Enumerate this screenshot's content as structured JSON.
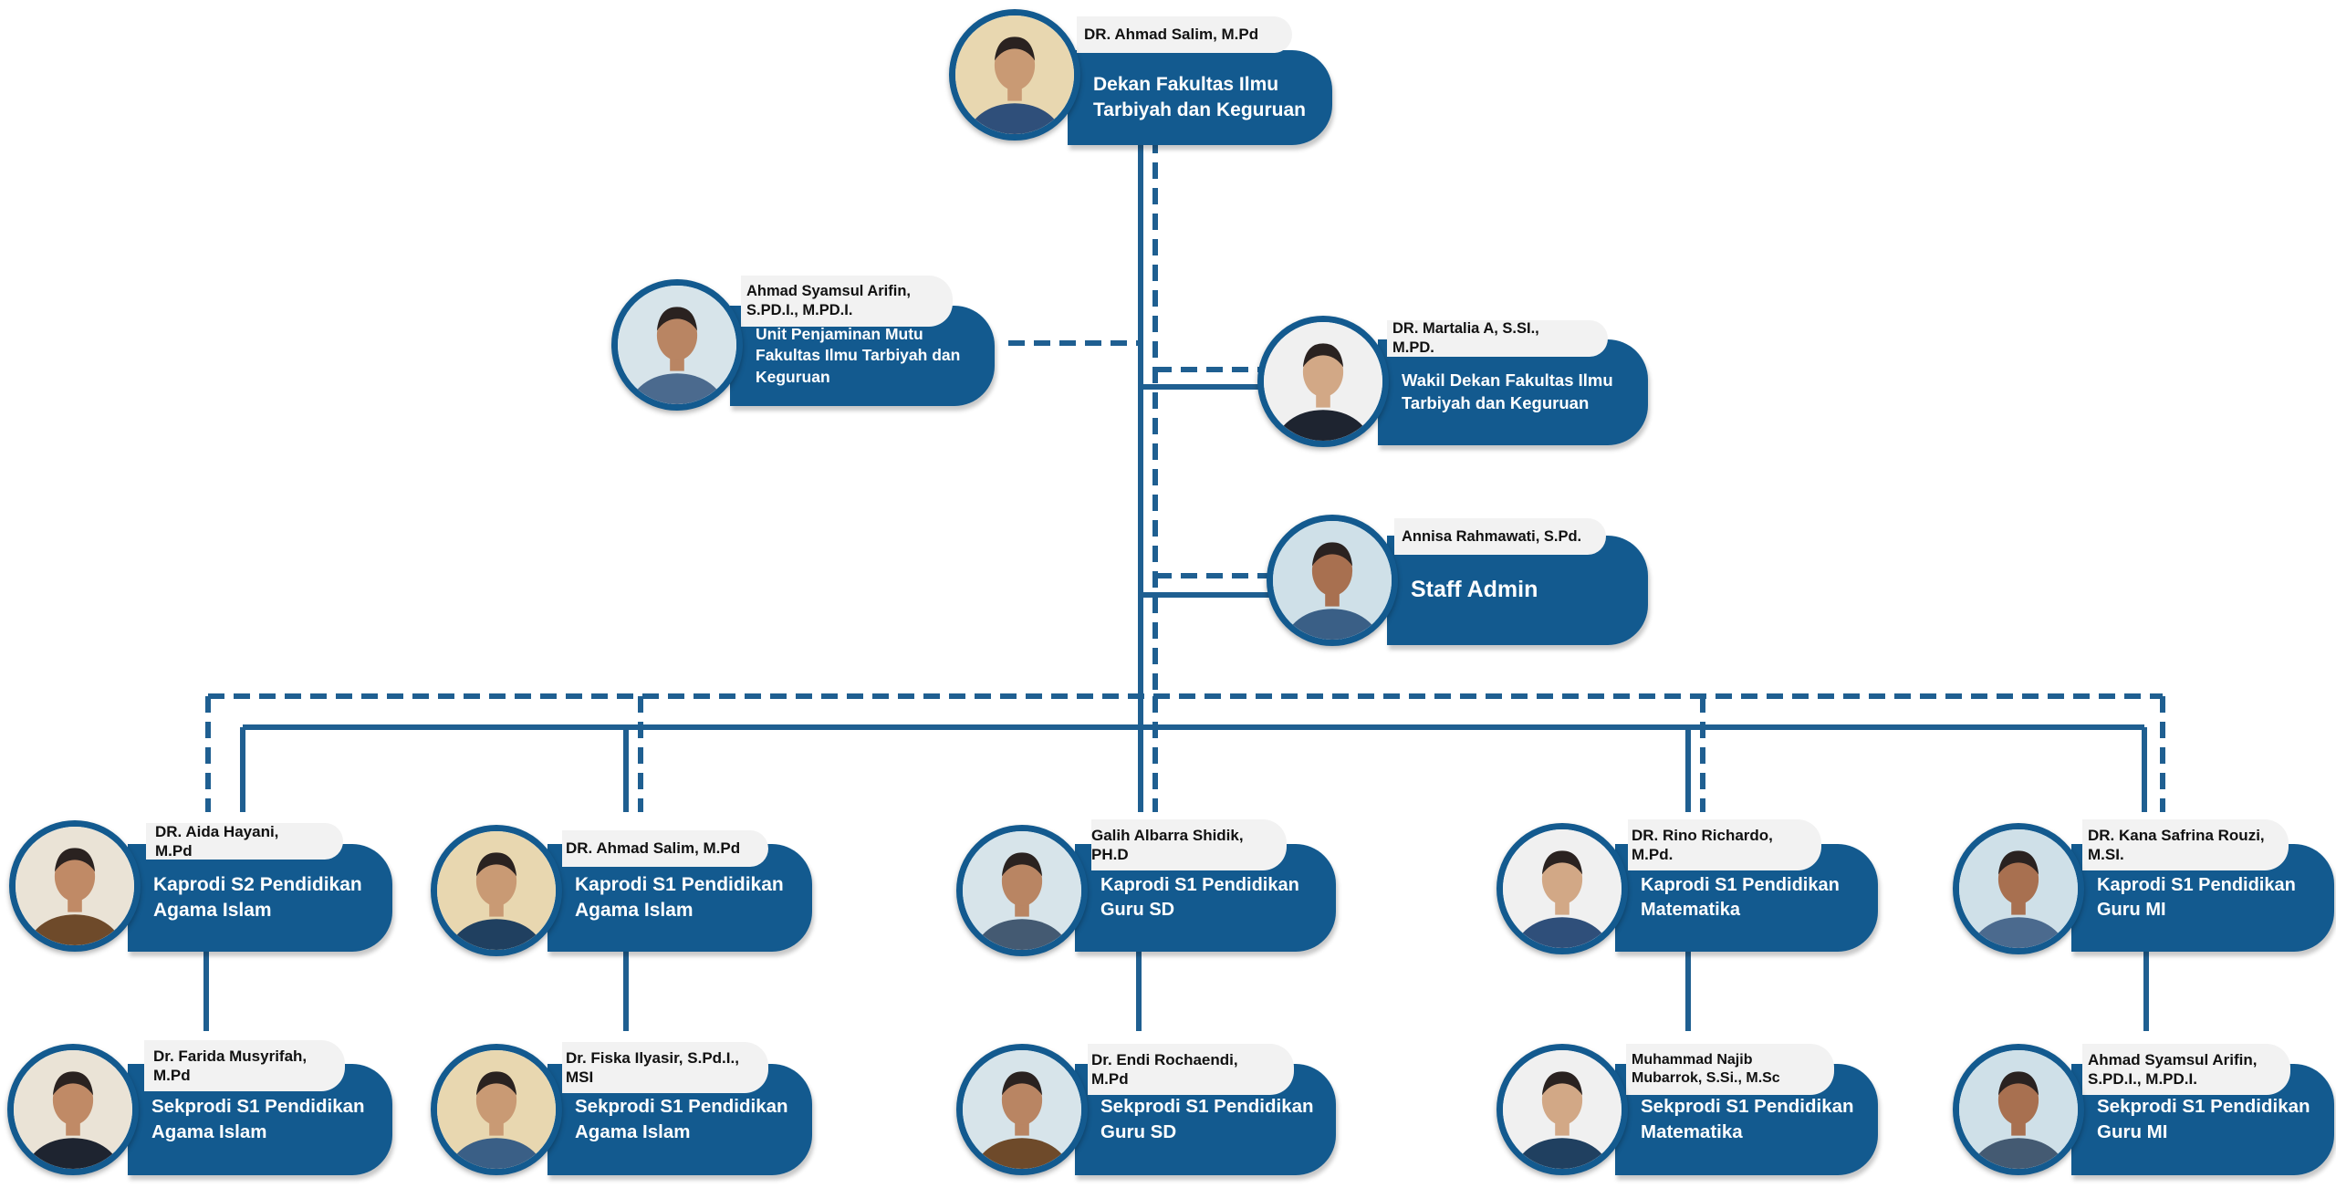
{
  "colors": {
    "primary": "#135a8f",
    "line": "#1f5f91",
    "name_tag": "#f2f2f2"
  },
  "nodes": {
    "dekan": {
      "name": "DR. Ahmad Salim, M.Pd",
      "role": "Dekan Fakultas Ilmu Tarbiyah dan Keguruan",
      "icon": "person-photo"
    },
    "upm": {
      "name": "Ahmad Syamsul Arifin, S.PD.I., M.PD.I.",
      "role": "Unit Penjaminan Mutu Fakultas Ilmu Tarbiyah dan Keguruan",
      "icon": "person-photo"
    },
    "wakil": {
      "name": "DR. Martalia A, S.SI., M.PD.",
      "role": "Wakil Dekan Fakultas Ilmu Tarbiyah dan Keguruan",
      "icon": "person-photo"
    },
    "staff": {
      "name": "Annisa Rahmawati, S.Pd.",
      "role": "Staff Admin",
      "icon": "person-photo"
    },
    "kaprodi_s2_pai": {
      "name": "DR. Aida Hayani, M.Pd",
      "role": "Kaprodi S2 Pendidikan Agama Islam",
      "icon": "person-photo"
    },
    "kaprodi_s1_pai": {
      "name": "DR. Ahmad Salim, M.Pd",
      "role": "Kaprodi S1 Pendidikan Agama Islam",
      "icon": "person-photo"
    },
    "kaprodi_pgsd": {
      "name": "Galih Albarra Shidik, PH.D",
      "role": "Kaprodi S1 Pendidikan Guru SD",
      "icon": "person-photo"
    },
    "kaprodi_mtk": {
      "name": "DR. Rino Richardo, M.Pd.",
      "role": "Kaprodi S1 Pendidikan Matematika",
      "icon": "person-photo"
    },
    "kaprodi_pgmi": {
      "name": "DR. Kana Safrina Rouzi, M.SI.",
      "role": "Kaprodi S1 Pendidikan Guru MI",
      "icon": "person-photo"
    },
    "sekprodi_s2_pai": {
      "name": "Dr. Farida Musyrifah, M.Pd",
      "role": "Sekprodi S1 Pendidikan Agama Islam",
      "icon": "person-photo"
    },
    "sekprodi_s1_pai": {
      "name": "Dr. Fiska Ilyasir, S.Pd.I., MSI",
      "role": "Sekprodi S1 Pendidikan Agama Islam",
      "icon": "person-photo"
    },
    "sekprodi_pgsd": {
      "name": "Dr. Endi Rochaendi, M.Pd",
      "role": "Sekprodi S1 Pendidikan Guru SD",
      "icon": "person-photo"
    },
    "sekprodi_mtk": {
      "name": "Muhammad Najib Mubarrok, S.Si., M.Sc",
      "role": "Sekprodi S1 Pendidikan Matematika",
      "icon": "person-photo"
    },
    "sekprodi_pgmi": {
      "name": "Ahmad Syamsul Arifin, S.PD.I., M.PD.I.",
      "role": "Sekprodi S1 Pendidikan Guru MI",
      "icon": "person-photo"
    }
  }
}
